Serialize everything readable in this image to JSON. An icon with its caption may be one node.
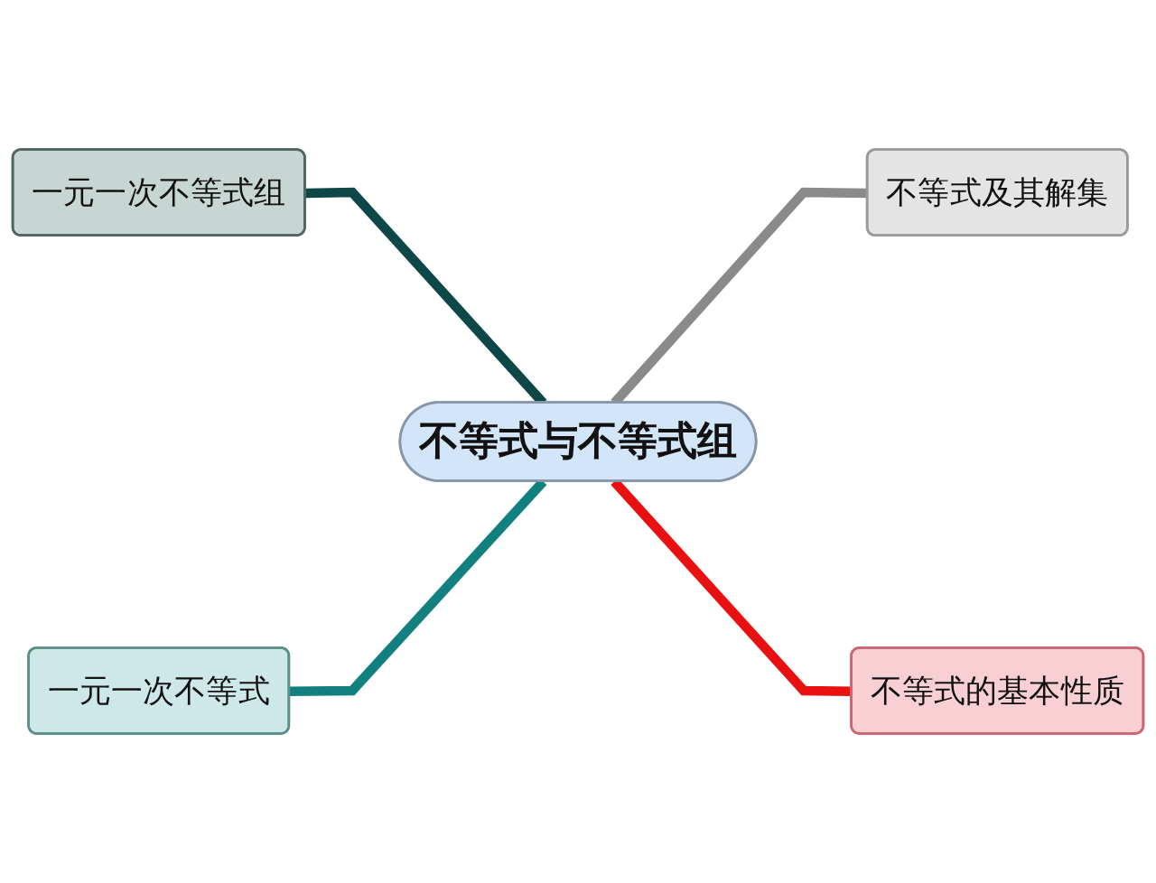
{
  "diagram": {
    "nodes": [
      {
        "text": [
          "不等式与不等式组"
        ]
      },
      {
        "text": [
          "一元一次不等式组"
        ]
      },
      {
        "text": [
          "不等式及其解集"
        ]
      },
      {
        "text": [
          "一元一次不等式"
        ]
      },
      {
        "text": [
          "不等式的基本性质"
        ]
      }
    ],
    "edges": [
      {
        "from": 1,
        "to": 0,
        "arrow": "none",
        "color": "#0d4747"
      },
      {
        "from": 0,
        "to": 2,
        "arrow": "none",
        "color": "#8a8a8a"
      },
      {
        "from": 3,
        "to": 0,
        "arrow": "none",
        "color": "#138080"
      },
      {
        "from": 0,
        "to": 4,
        "arrow": "none",
        "color": "#e81010"
      }
    ]
  }
}
